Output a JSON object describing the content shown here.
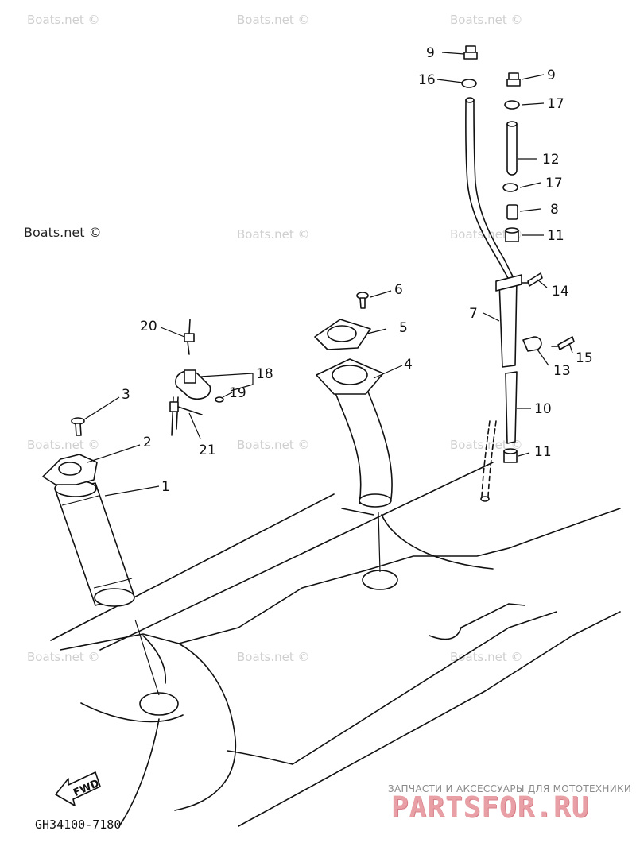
{
  "watermark": "Boats.net ©",
  "diagram_code": "GH34100-7180",
  "fwd_label": "FWD",
  "brand": {
    "tagline": "ЗАПЧАСТИ И АКСЕССУАРЫ ДЛЯ МОТОТЕХНИКИ",
    "logo": "PARTSFOR.RU"
  },
  "callouts": [
    "1",
    "2",
    "3",
    "4",
    "5",
    "6",
    "7",
    "8",
    "9",
    "9",
    "10",
    "11",
    "11",
    "12",
    "13",
    "14",
    "15",
    "16",
    "17",
    "17",
    "18",
    "19",
    "20",
    "21"
  ],
  "colors": {
    "line": "#111111",
    "watermark": "#cfcfcf",
    "logo": "#e8a0a6"
  }
}
